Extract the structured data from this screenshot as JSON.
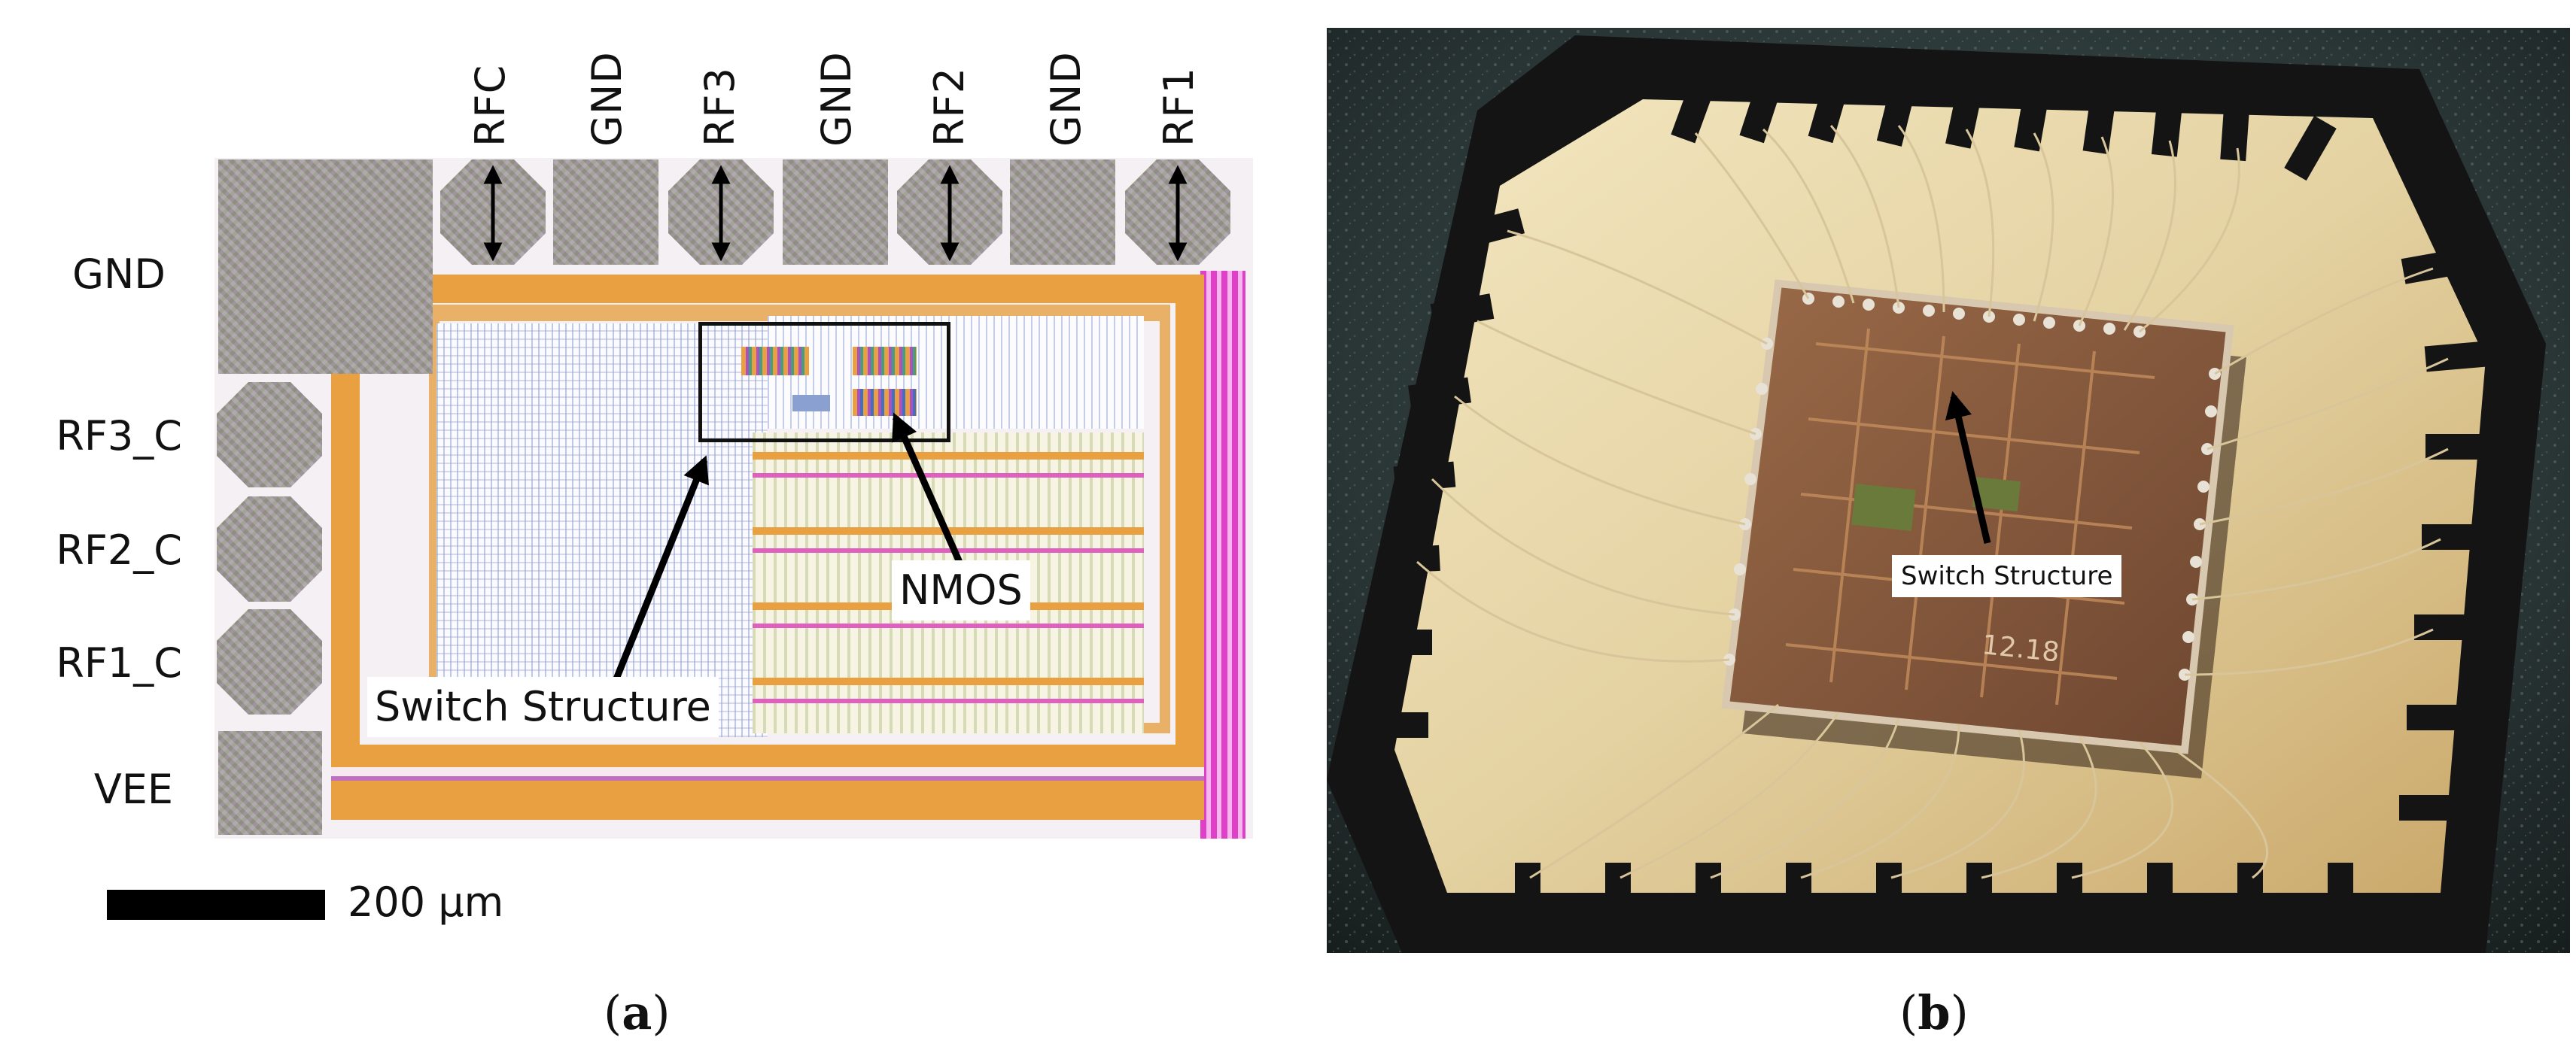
{
  "panel_a": {
    "top_pads": [
      "RFC",
      "GND",
      "RF3",
      "GND",
      "RF2",
      "GND",
      "RF1"
    ],
    "left_pads": [
      "GND",
      "RF3_C",
      "RF2_C",
      "RF1_C",
      "VEE"
    ],
    "callouts": {
      "switch": "Switch Structure",
      "nmos": "NMOS"
    },
    "scale_bar": "200 μm",
    "caption": {
      "open": "(",
      "letter": "a",
      "close": ")"
    }
  },
  "panel_b": {
    "chip_marking": "12.18",
    "callout": "Switch Structure",
    "caption": {
      "open": "(",
      "letter": "b",
      "close": ")"
    }
  },
  "colors": {
    "metal_orange": "#e8a040",
    "magenta": "#e040c8",
    "gold": "#e8d9a8",
    "package_black": "#141414",
    "die_copper": "#8a5a3a"
  }
}
